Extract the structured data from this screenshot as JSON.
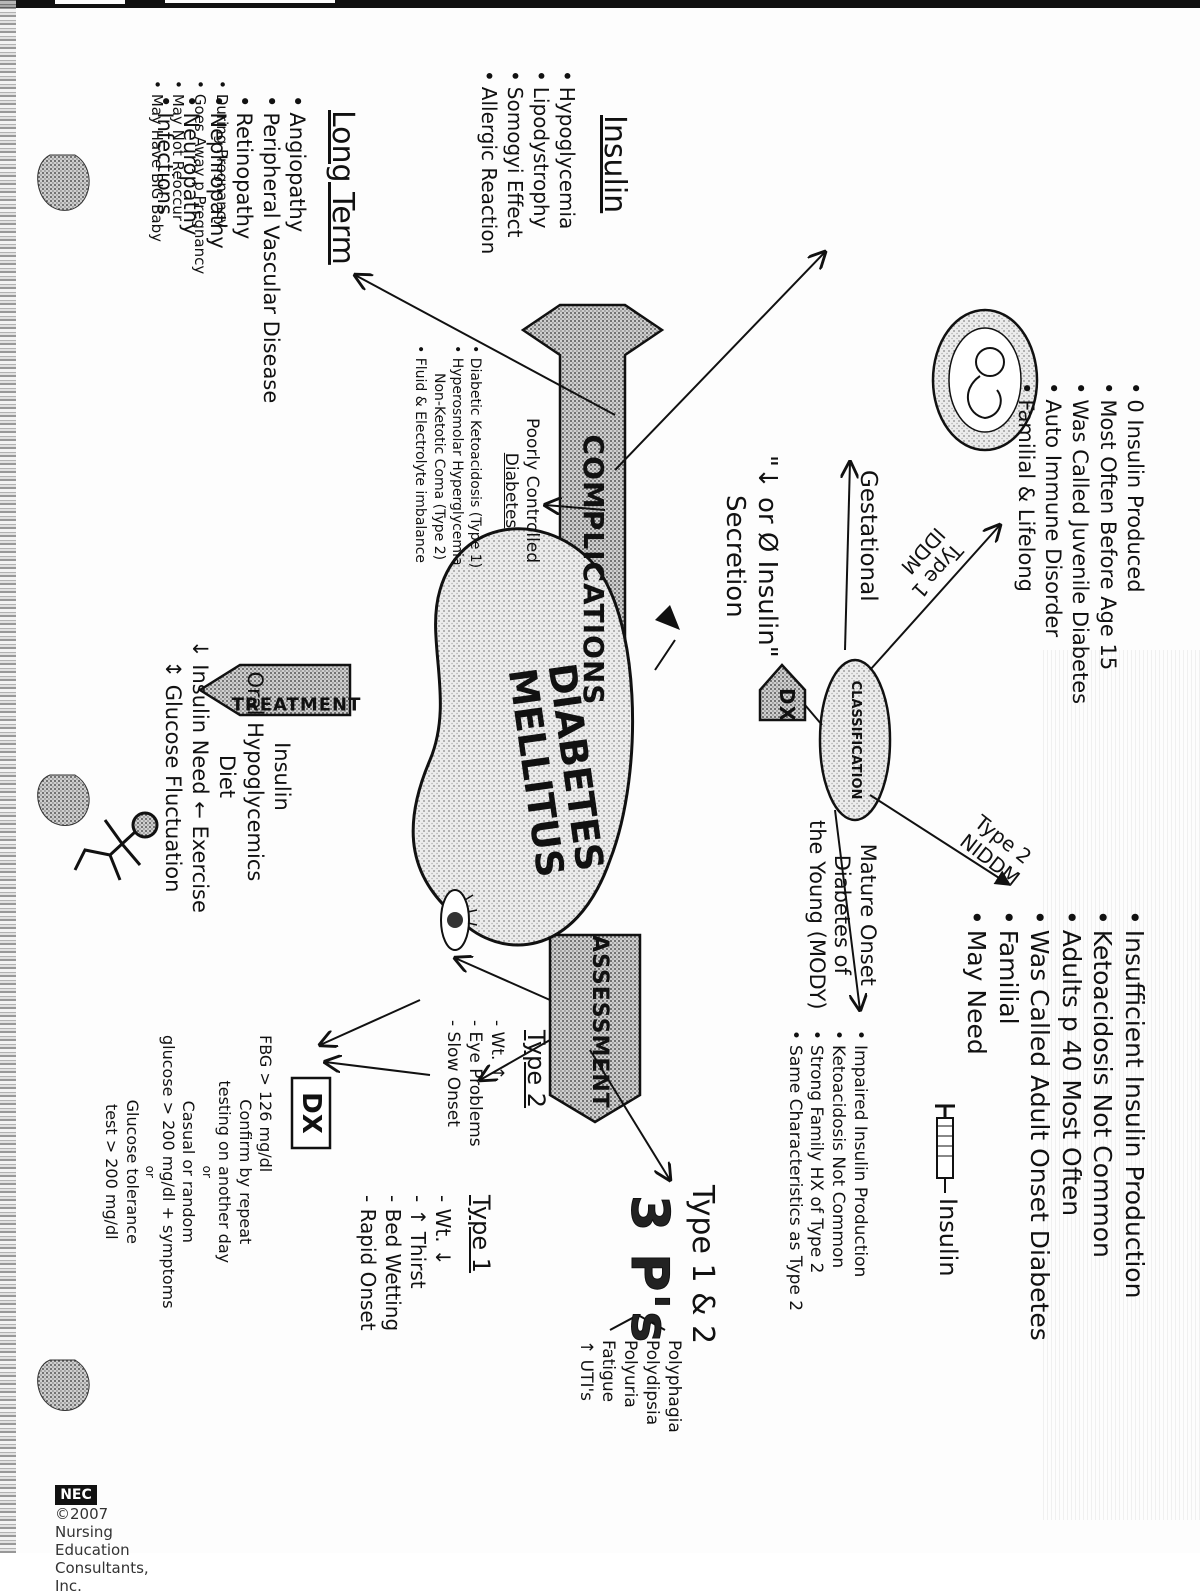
{
  "center": {
    "line1": "DIABETES",
    "line2": "MELLITUS"
  },
  "branches": {
    "complications": "COMPLICATIONS",
    "treatment": "TREATMENT",
    "dx": "DX",
    "assessment": "ASSESSMENT"
  },
  "classification": {
    "label": "CLASSIFICATION",
    "type1_line": "Type 1",
    "type1_abbr": "IDDM",
    "type2_line": "Type 2",
    "type2_abbr": "NIDDM",
    "gestational": "Gestational",
    "mody_lines": [
      "Mature Onset",
      "Diabetes of",
      "the Young (MODY)"
    ]
  },
  "type1_facts": [
    "0 Insulin Produced",
    "Most Often Before Age 15",
    "Was Called Juvenile Diabetes",
    "Auto Immune Disorder",
    "Familial & Lifelong"
  ],
  "gestational_facts": [
    "During Pregnancy",
    "Goes Away p Pregnancy",
    "May Not Reoccur",
    "May Have BIG Baby"
  ],
  "type2_facts": [
    "Insufficient Insulin Production",
    "Ketoacidosis Not Common",
    "Adults p 40 Most Often",
    "Was Called Adult Onset Diabetes",
    "Familial",
    "May Need"
  ],
  "type2_insulin": "Insulin",
  "mody_facts": [
    "Impaired Insulin Production",
    "Ketoacidosis Not Common",
    "Strong Family HX of Type 2",
    "Same Characteristics as Type 2"
  ],
  "cause": {
    "line1": "\"↓ or Ø Insulin\"",
    "line2": "Secretion"
  },
  "poorly_controlled": {
    "heading_lines": [
      "Poorly Controlled",
      "Diabetes"
    ],
    "items": [
      "Diabetic Ketoacidosis (Type 1)",
      "Hyperosmolar Hyperglycemia",
      "Non-Ketotic Coma (Type 2)",
      "Fluid & Electrolyte imbalance"
    ]
  },
  "insulin_complications": {
    "heading": "Insulin",
    "items": [
      "Hypoglycemia",
      "Lipodystrophy",
      "Somogyi Effect",
      "Allergic Reaction"
    ]
  },
  "long_term": {
    "heading": "Long Term",
    "items": [
      "Angiopathy",
      "Peripheral Vascular Disease",
      "Retinopathy",
      "Nephropathy",
      "Neuropathy",
      "Infections"
    ]
  },
  "treatment_items": [
    "Insulin",
    "Oral Hypoglycemics",
    "Diet",
    "↓ Insulin Need ← Exercise",
    "↕ Glucose Fluctuation"
  ],
  "assessment": {
    "type12_heading": "Type 1 & 2",
    "three_ps": "3 P's",
    "ps_items": [
      "Polyphagia",
      "Polydipsia",
      "Polyuria",
      "Fatigue",
      "↑ UTI's"
    ],
    "type2_heading": "Type 2",
    "type2_items": [
      "Wt. ↑",
      "Eye Problems",
      "Slow Onset"
    ],
    "type1_heading": "Type 1",
    "type1_items": [
      "Wt. ↓",
      "↑ Thirst",
      "Bed Wetting",
      "Rapid Onset"
    ]
  },
  "dx_box": {
    "label": "DX",
    "lines": [
      "FBG > 126 mg/dl",
      "Confirm by repeat",
      "testing on another day",
      "or",
      "Casual or random",
      "glucose > 200 mg/dl + symptoms",
      "or",
      "Glucose tolerance",
      "test > 200 mg/dl"
    ]
  },
  "footer": {
    "logo": "NEC",
    "text": "©2007 Nursing Education Consultants, Inc."
  },
  "colors": {
    "ink": "#111111",
    "shade": "#9a9a9a",
    "paper": "#fdfdfd"
  },
  "icons": [
    "fetus-icon",
    "syringe-icon",
    "eye-icon",
    "runner-icon",
    "pancreas-icon"
  ]
}
